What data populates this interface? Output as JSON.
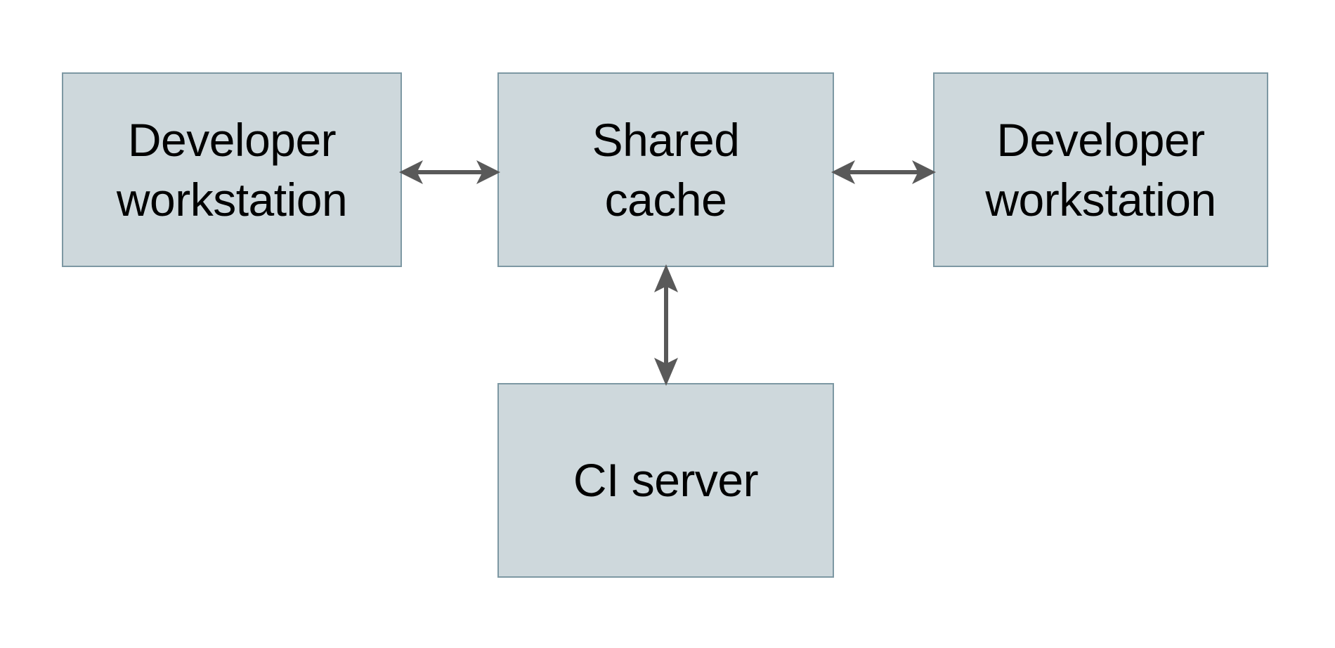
{
  "diagram": {
    "type": "block-diagram",
    "background_color": "#ffffff",
    "node_fill_color": "#ced8dc",
    "node_border_color": "#7d98a3",
    "arrow_color": "#595959",
    "text_color": "#000000",
    "nodes": [
      {
        "id": "dev-left",
        "label": "Developer\nworkstation",
        "label_lines": [
          "Developer",
          "workstation"
        ],
        "position": "top-left"
      },
      {
        "id": "shared-cache",
        "label": "Shared\ncache",
        "label_lines": [
          "Shared",
          "cache"
        ],
        "position": "top-center"
      },
      {
        "id": "dev-right",
        "label": "Developer\nworkstation",
        "label_lines": [
          "Developer",
          "workstation"
        ],
        "position": "top-right"
      },
      {
        "id": "ci-server",
        "label": "CI server",
        "label_lines": [
          "CI server"
        ],
        "position": "bottom-center"
      }
    ],
    "connectors": [
      {
        "id": "left-to-shared",
        "from": "dev-left",
        "to": "shared-cache",
        "style": "double-headed-arrow",
        "orientation": "horizontal"
      },
      {
        "id": "shared-to-right",
        "from": "shared-cache",
        "to": "dev-right",
        "style": "double-headed-arrow",
        "orientation": "horizontal"
      },
      {
        "id": "shared-to-ci",
        "from": "shared-cache",
        "to": "ci-server",
        "style": "double-headed-arrow",
        "orientation": "vertical"
      }
    ]
  }
}
